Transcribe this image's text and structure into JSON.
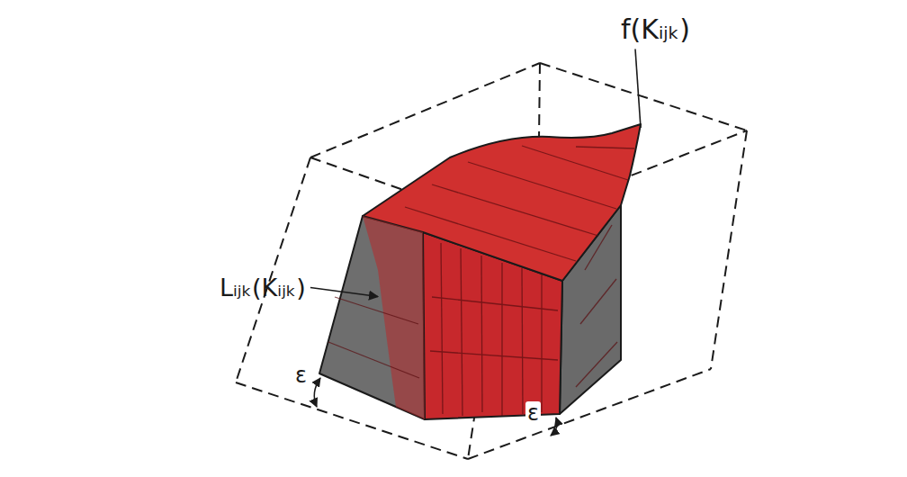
{
  "diagram": {
    "labels": [
      "f(Kᵢⱼₖ)",
      "Lᵢⱼₖ(Kᵢⱼₖ)",
      "ε",
      "ε"
    ]
  }
}
